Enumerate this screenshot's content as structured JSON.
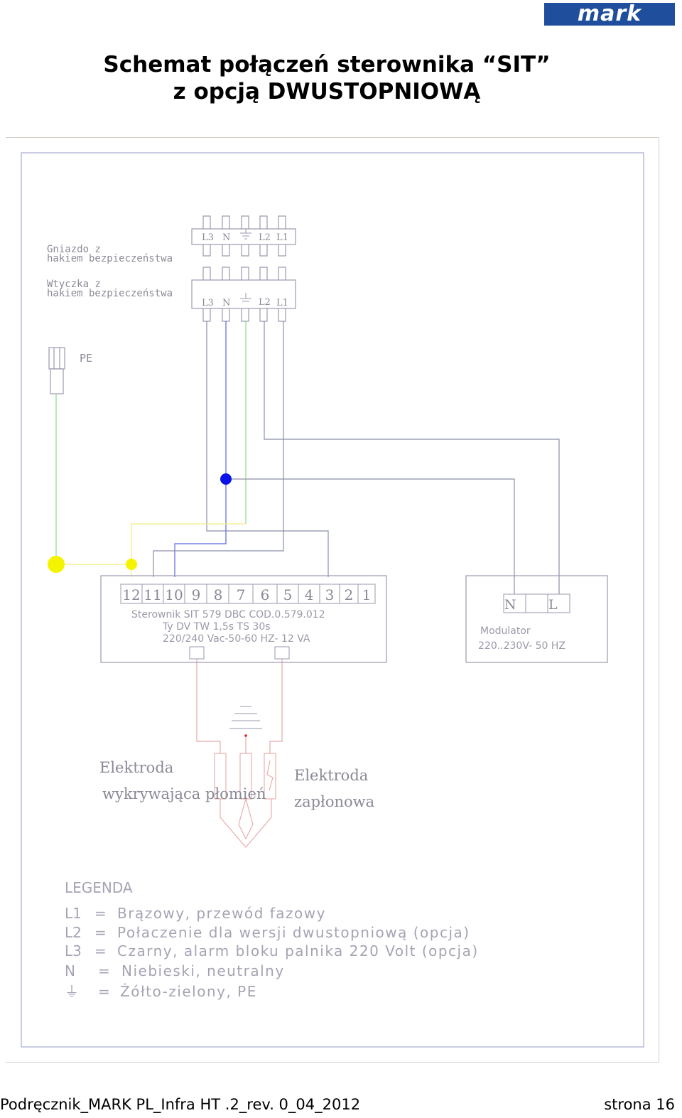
{
  "header": {
    "logo_text": "mark",
    "title_line1": "Schemat połączeń sterownika “SIT”",
    "title_line2": "z opcją DWUSTOPNIOWĄ"
  },
  "diagram": {
    "socket_label_line1": "Gniazdo z",
    "socket_label_line2": "hakiem bezpieczeństwa",
    "plug_label_line1": "Wtyczka z",
    "plug_label_line2": "hakiem bezpieczeństwa",
    "socket_pins": [
      "L3",
      "N",
      "L2",
      "L1"
    ],
    "plug_pins": [
      "L3",
      "N",
      "L2",
      "L1"
    ],
    "pe_label": "PE",
    "terminal_numbers": [
      "12",
      "11",
      "10",
      "9",
      "8",
      "7",
      "6",
      "5",
      "4",
      "3",
      "2",
      "1"
    ],
    "controller_line1": "Sterownik SIT 579 DBC COD.0.579.012",
    "controller_line2": "Ty DV  TW 1,5s  TS 30s",
    "controller_line3": "220/240 Vac-50-60 HZ-  12 VA",
    "modulator_n": "N",
    "modulator_l": "L",
    "modulator_label": "Modulator",
    "modulator_spec": "220..230V-  50 HZ",
    "electrode_detect_line1": "Elektroda",
    "electrode_detect_line2": "wykrywająca płomień",
    "electrode_ignition_line1": "Elektroda",
    "electrode_ignition_line2": "zapłonowa"
  },
  "legend": {
    "title": "LEGENDA",
    "rows": [
      {
        "key": "L1",
        "eq": "=",
        "desc": "Brązowy, przewód fazowy"
      },
      {
        "key": "L2",
        "eq": "=",
        "desc": "Połaczenie dla wersji dwustopniową (opcja)"
      },
      {
        "key": "L3",
        "eq": "=",
        "desc": "Czarny, alarm bloku palnika 220 Volt (opcja)"
      },
      {
        "key": "N",
        "eq": "=",
        "desc": "Niebieski, neutralny"
      },
      {
        "key": "⏚",
        "eq": "=",
        "desc": "Żółto-zielony, PE"
      }
    ]
  },
  "colors": {
    "frame": "#b8bcd8",
    "wire_gray": "#8a8fa8",
    "wire_blue": "#3b4bd8",
    "wire_green": "#7ee07e",
    "wire_yellow": "#f4f07a",
    "wire_red": "#e8a8a8",
    "node_blue": "#0a14e8",
    "node_yellow": "#f4f400",
    "text_gray": "#9a9aaa"
  },
  "footer": {
    "left": "Podręcznik_MARK PL_Infra HT .2_rev. 0_04_2012",
    "right": "strona 16"
  }
}
